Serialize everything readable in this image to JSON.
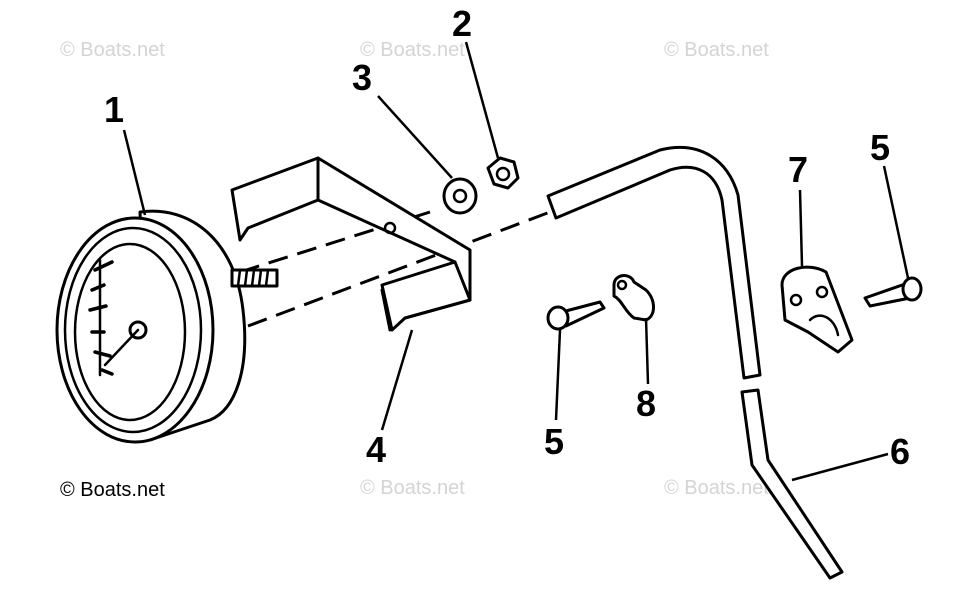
{
  "watermarks": {
    "row1": [
      "© Boats.net",
      "© Boats.net",
      "© Boats.net"
    ],
    "row2": [
      "© Boats.net",
      "© Boats.net"
    ],
    "main": "© Boats.net"
  },
  "callouts": [
    {
      "id": "gauge",
      "label": "1"
    },
    {
      "id": "nut",
      "label": "2"
    },
    {
      "id": "lockwasher",
      "label": "3"
    },
    {
      "id": "bracket",
      "label": "4"
    },
    {
      "id": "screw-right",
      "label": "5"
    },
    {
      "id": "screw-left",
      "label": "5"
    },
    {
      "id": "hose",
      "label": "6"
    },
    {
      "id": "clip-plate",
      "label": "7"
    },
    {
      "id": "hose-clip",
      "label": "8"
    }
  ],
  "colors": {
    "ink": "#000000",
    "watermark": "#d4d4d4",
    "background": "#ffffff"
  }
}
